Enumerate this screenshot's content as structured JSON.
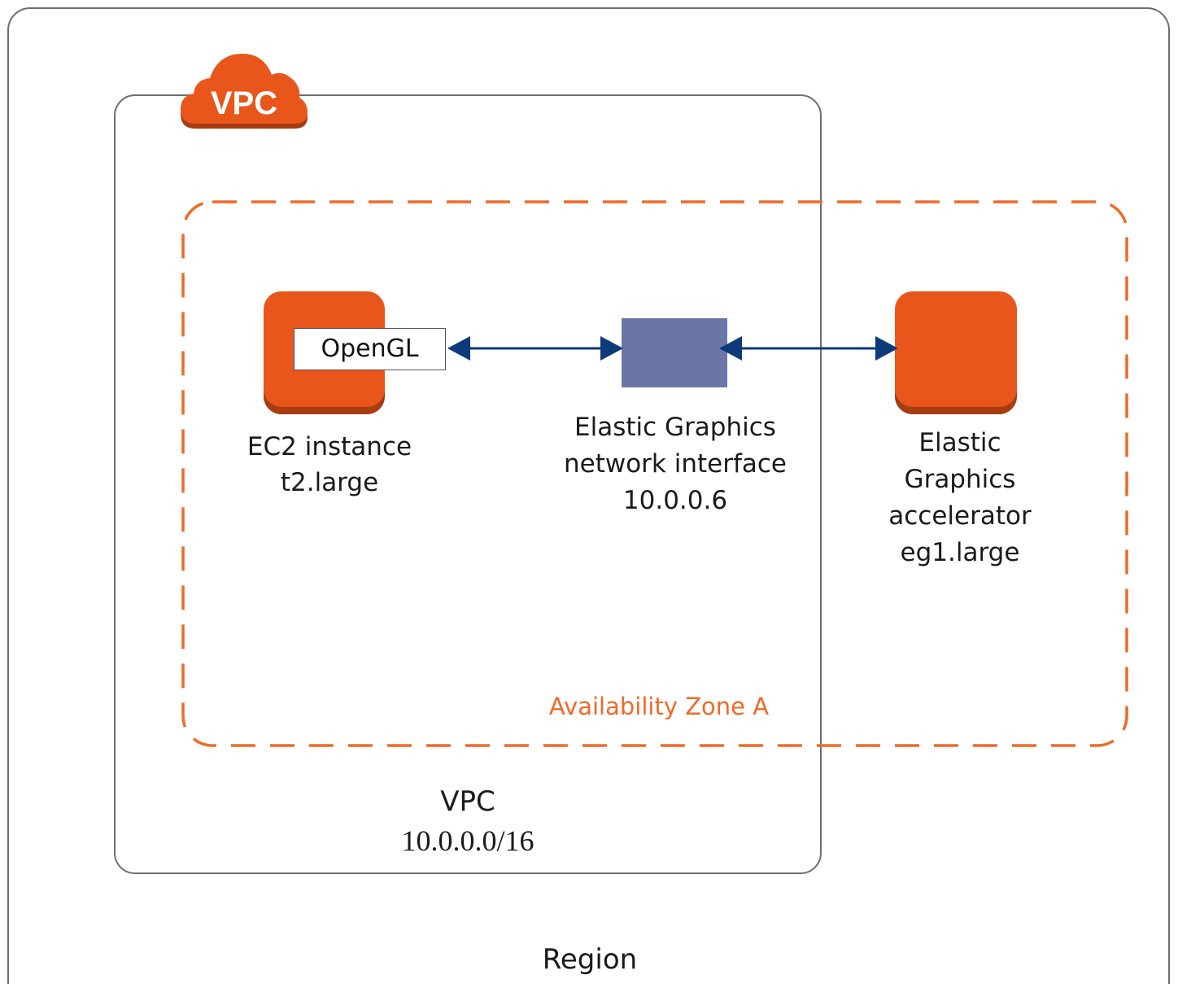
{
  "region": {
    "label": "Region"
  },
  "vpc": {
    "badge": "VPC",
    "name": "VPC",
    "cidr": "10.0.0.0/16"
  },
  "availability_zone": {
    "label": "Availability Zone A"
  },
  "ec2_instance": {
    "api_label": "OpenGL",
    "line1": "EC2 instance",
    "line2": "t2.large"
  },
  "network_interface": {
    "line1": "Elastic Graphics",
    "line2": "network interface",
    "line3": "10.0.0.6"
  },
  "accelerator": {
    "line1": "Elastic",
    "line2": "Graphics",
    "line3": "accelerator",
    "line4": "eg1.large"
  },
  "colors": {
    "aws_orange": "#e8561c",
    "az_dash": "#f06a26",
    "eni_blue": "#6b76a6",
    "arrow_navy": "#0d3a7a",
    "border_gray": "#6e6e6e"
  }
}
